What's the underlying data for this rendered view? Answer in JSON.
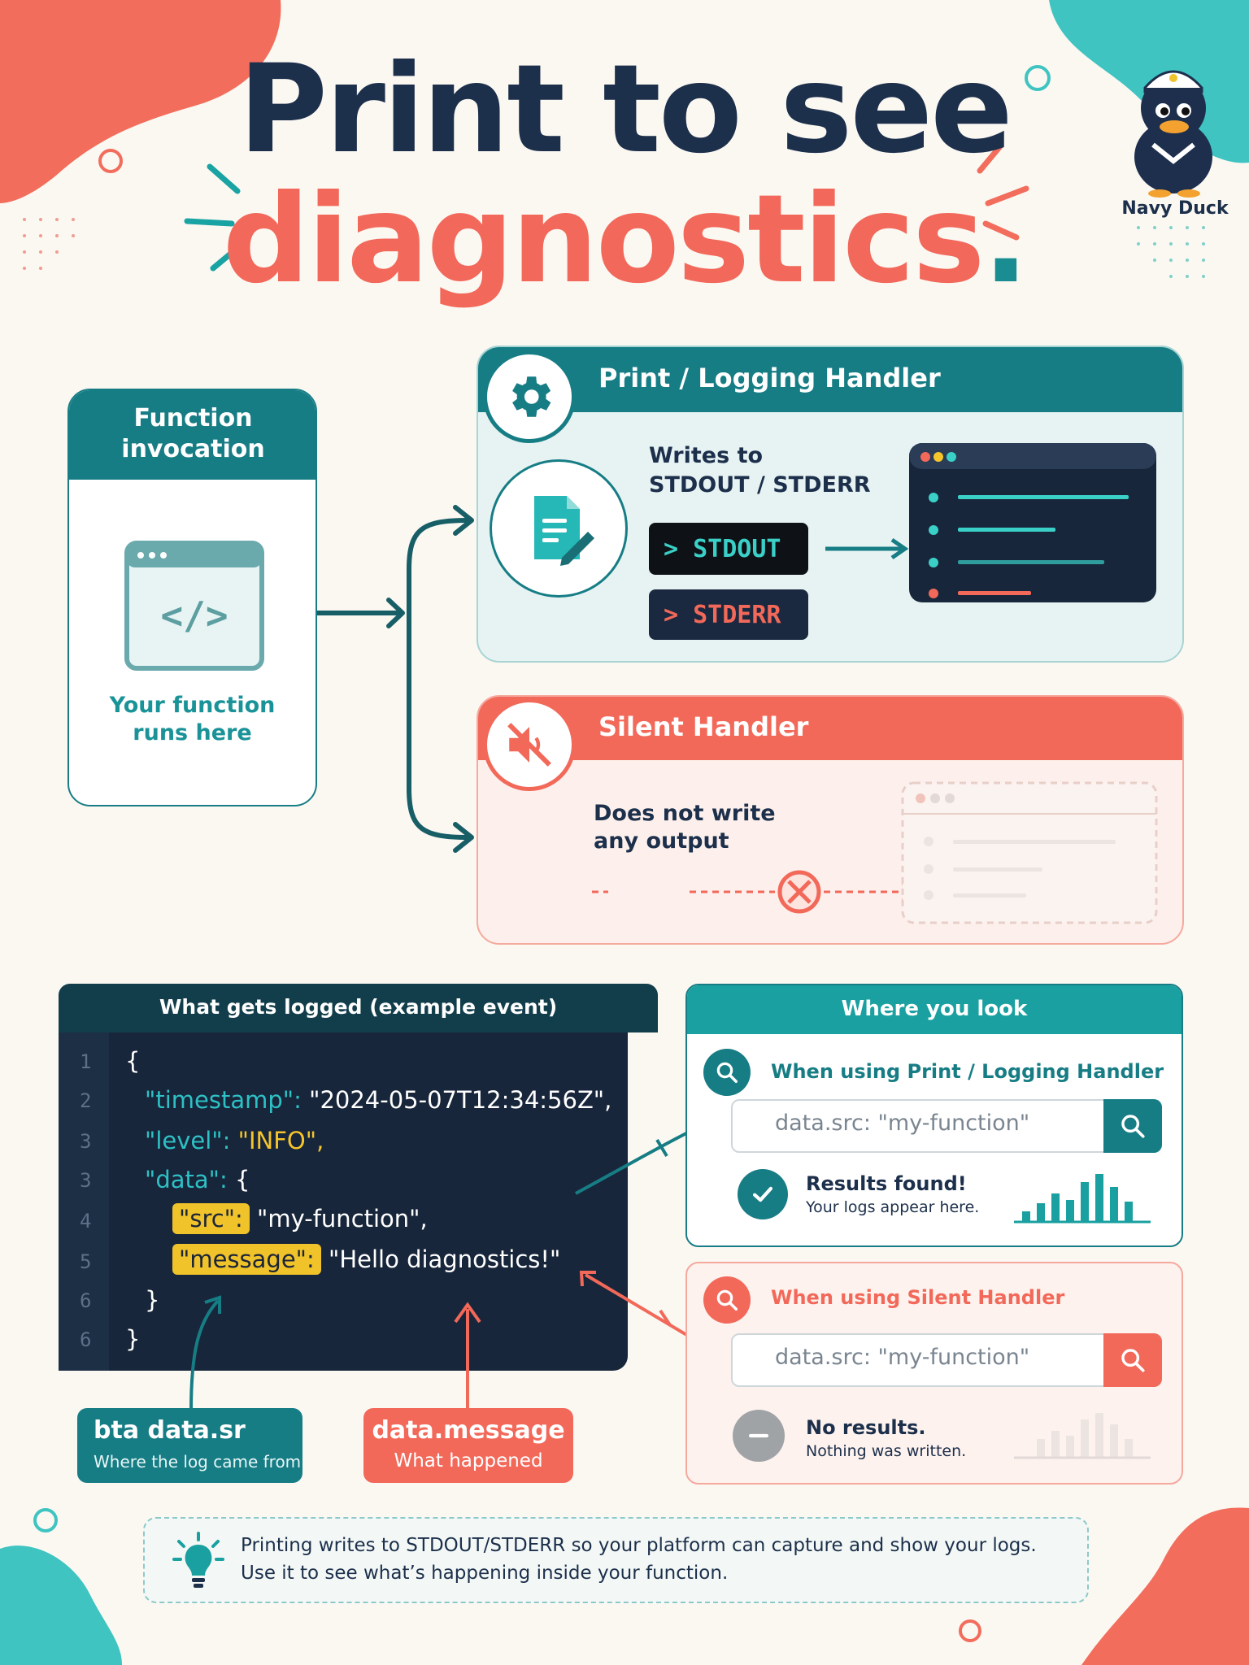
{
  "title": {
    "line1": "Print to see",
    "line2": "diagnostics",
    "period": "."
  },
  "mascot": {
    "name": "Navy Duck"
  },
  "function_card": {
    "header": "Function invocation",
    "caption_line1": "Your function",
    "caption_line2": "runs here",
    "icon": "code-window-icon",
    "code_glyph": "</>"
  },
  "print_handler": {
    "header": "Print / Logging Handler",
    "writes_to_line1": "Writes to",
    "writes_to_line2": "STDOUT / STDERR",
    "stdout_label": "> STDOUT",
    "stderr_label": "> STDERR",
    "icon": "gear-icon"
  },
  "silent_handler": {
    "header": "Silent Handler",
    "desc_line1": "Does not write",
    "desc_line2": "any output",
    "icon": "muted-speaker-icon"
  },
  "logged_event": {
    "header": "What gets logged (example event)",
    "line_numbers": [
      "1",
      "2",
      "3",
      "3",
      "4",
      "5",
      "6",
      "6"
    ],
    "open_brace": "{",
    "timestamp_key": "\"timestamp\":",
    "timestamp_value": "\"2024-05-07T12:34:56Z\",",
    "level_key": "\"level\":",
    "level_value": "\"INFO\",",
    "data_key": "\"data\":",
    "data_open": "{",
    "src_key": "\"src\":",
    "src_value": "\"my-function\",",
    "message_key": "\"message\":",
    "message_value": "\"Hello diagnostics!\"",
    "inner_close": "}",
    "outer_close": "}"
  },
  "callouts": {
    "src_title": "bta data.sr",
    "src_desc": "Where the log came from",
    "message_title": "data.message",
    "message_desc": "What happened"
  },
  "where_you_look": {
    "header": "Where you look",
    "print_case": {
      "title": "When using Print / Logging Handler",
      "search_value": "data.src: \"my-function\"",
      "result_title": "Results found!",
      "result_desc": "Your logs appear here."
    },
    "silent_case": {
      "title": "When using Silent Handler",
      "search_value": "data.src: \"my-function\"",
      "result_title": "No results.",
      "result_desc": "Nothing was written."
    }
  },
  "footer": {
    "line1": "Printing writes to STDOUT/STDERR so your platform can capture and show your logs.",
    "line2": "Use it to see what’s happening inside your function.",
    "icon": "lightbulb-icon"
  },
  "colors": {
    "teal": "#177d85",
    "coral": "#f2695a",
    "navy": "#1c2f4b",
    "yellow": "#f0c32b",
    "background": "#fbf8f2"
  }
}
